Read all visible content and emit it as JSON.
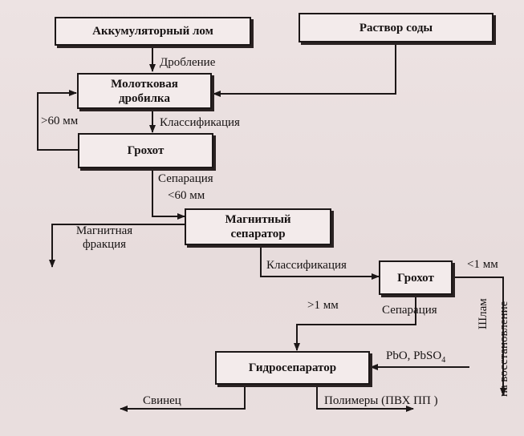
{
  "boxes": {
    "scrap": "Аккумуляторный лом",
    "soda": "Раствор соды",
    "crusher_line1": "Молотковая",
    "crusher_line2": "дробилка",
    "screen1": "Грохот",
    "separator_line1": "Магнитный",
    "separator_line2": "сепаратор",
    "screen2": "Грохот",
    "hydro": "Гидросепаратор"
  },
  "labels": {
    "crushing": "Дробление",
    "classification1": "Классификация",
    "oversize": ">60 мм",
    "separation1": "Сепарация",
    "undersize": "<60 мм",
    "magnetic_line1": "Магнитная",
    "magnetic_line2": "фракция",
    "classification2": "Классификация",
    "lt1mm": "<1 мм",
    "gt1mm": ">1 мм",
    "separation2": "Сепарация",
    "pbo": "PbO, PbSO",
    "pbo_sub": "4",
    "sludge": "Шлам",
    "to_recovery": "на восстановление",
    "lead": "Свинец",
    "polymers": "Полимеры (ПВХ ПП )"
  }
}
